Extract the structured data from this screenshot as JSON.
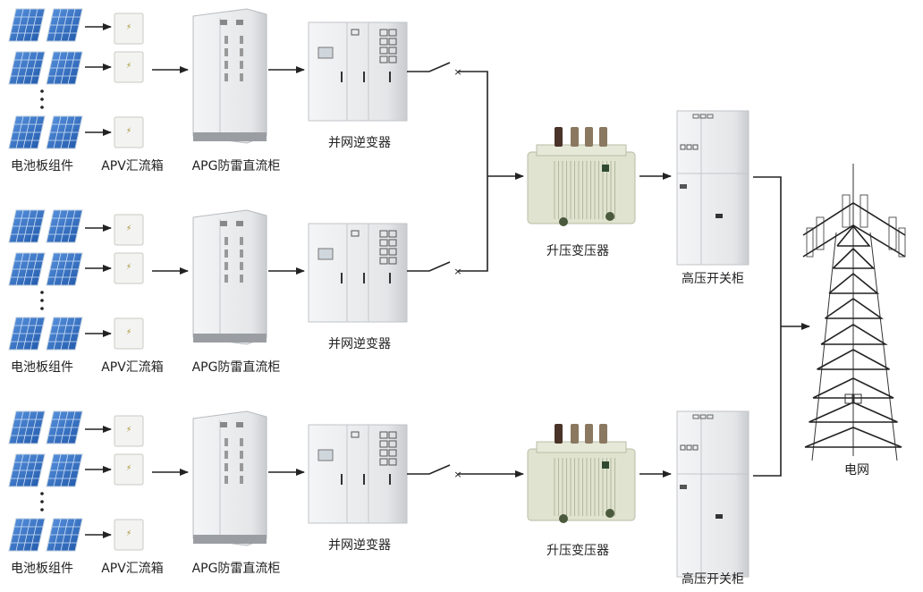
{
  "rows": [
    {
      "panel_label": "电池板组件",
      "combiner_label": "APV汇流箱",
      "dc_cabinet_label": "APG防雷直流柜",
      "inverter_label": "并网逆变器"
    },
    {
      "panel_label": "电池板组件",
      "combiner_label": "APV汇流箱",
      "dc_cabinet_label": "APG防雷直流柜",
      "inverter_label": "并网逆变器"
    },
    {
      "panel_label": "电池板组件",
      "combiner_label": "APV汇流箱",
      "dc_cabinet_label": "APG防雷直流柜",
      "inverter_label": "并网逆变器"
    }
  ],
  "transformers": [
    {
      "label": "升压变压器"
    },
    {
      "label": "升压变压器"
    }
  ],
  "hv_cabinets": [
    {
      "label": "高压开关柜"
    },
    {
      "label": "高压开关柜"
    }
  ],
  "grid": {
    "label": "电网"
  },
  "colors": {
    "panel": "#2f6fc4",
    "line": "#222222",
    "cabinet": "#e9eaec",
    "transformer": "#dfe3cf"
  }
}
